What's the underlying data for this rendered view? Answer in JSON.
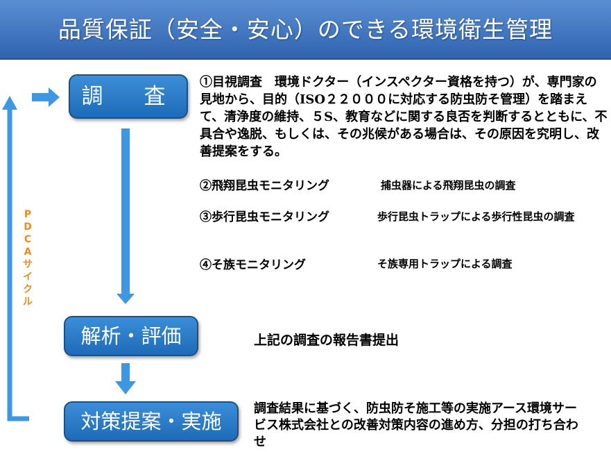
{
  "title": "品質保証（安全・安心）のできる環境衛生管理",
  "steps": {
    "survey": "調　査",
    "analysis": "解析・評価",
    "measures": "対策提案・実施"
  },
  "survey": {
    "visual": "①目視調査　環境ドクター（インスペクター資格を持つ）が、専門家の見地から、目的（ISO２２０００に対応する防虫防そ管理）を踏まえて、清浄度の維持、５S、教育などに関する良否を判断するとともに、不具合や逸脱、もしくは、その兆候がある場合は、その原因を究明し、改善提案をする。",
    "monitoring": [
      {
        "label": "②飛翔昆虫モニタリング",
        "desc": "捕虫器による飛翔昆虫の調査"
      },
      {
        "label": "③歩行昆虫モニタリング",
        "desc": "歩行昆虫トラップによる歩行性昆虫の調査"
      },
      {
        "label": "④そ族モニタリング",
        "desc": "そ族専用トラップによる調査"
      }
    ]
  },
  "analysis_text": "上記の調査の報告書提出",
  "measures_text": "調査結果に基づく、防虫防そ施工等の実施アース環境サービス株式会社との改善対策内容の進め方、分担の打ち合わせ",
  "cycle_label": [
    "P",
    "D",
    "C",
    "A",
    "サ",
    "イ",
    "ク",
    "ル"
  ],
  "colors": {
    "banner": "#2f63b0",
    "box": "#1d6bb8",
    "arrow": "#3d97e3",
    "cycle": "#f08a1c"
  }
}
